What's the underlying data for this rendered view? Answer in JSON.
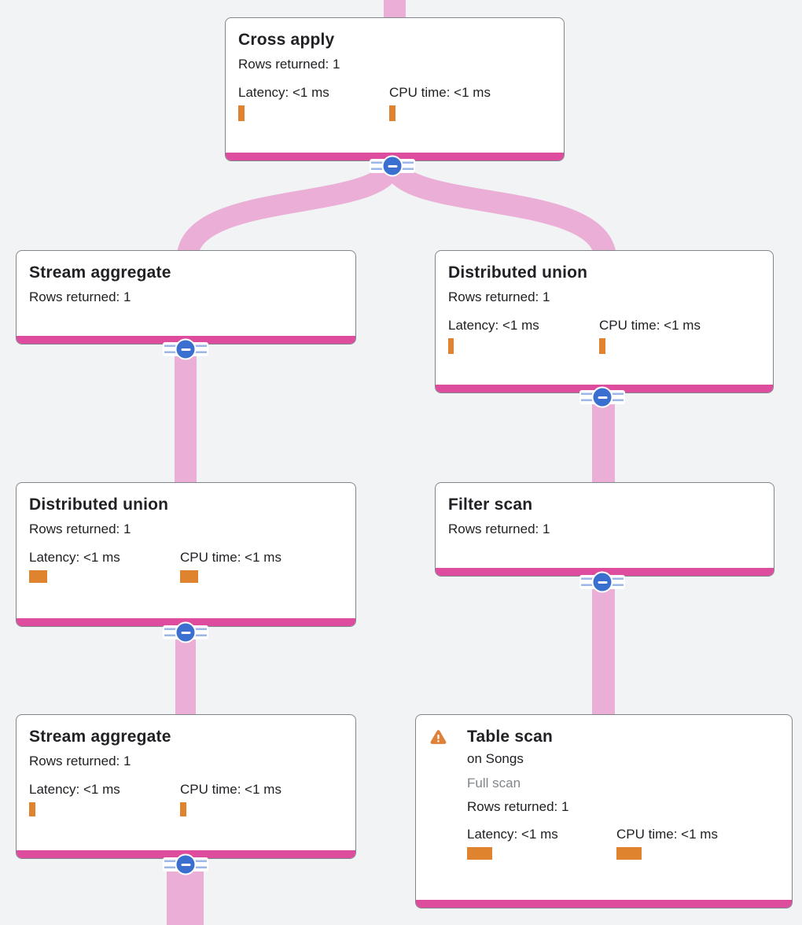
{
  "colors": {
    "background": "#f1f3f4",
    "edge_pink": "#ebaed6",
    "node_accent_bar": "#de4d9d",
    "collapse_button_blue": "#3a6fd0",
    "collapse_grip_lines": "#9db6e8",
    "metric_bar_orange": "#e0832f",
    "warning_orange": "#e0813a",
    "text_primary": "#202124",
    "text_secondary": "#80868b",
    "card_border": "#80868b"
  },
  "icons": {
    "collapse": "minus-in-circle-icon",
    "warning": "warning-triangle-icon"
  },
  "nodes": [
    {
      "title": "Cross apply",
      "rows_returned": "Rows returned: 1",
      "latency": "Latency: <1 ms",
      "cpu_time": "CPU time: <1 ms",
      "latency_bar": {
        "w": 8,
        "h": 20
      },
      "cpu_bar": {
        "w": 8,
        "h": 20
      }
    },
    {
      "title": "Stream aggregate",
      "rows_returned": "Rows returned: 1"
    },
    {
      "title": "Distributed union",
      "rows_returned": "Rows returned: 1",
      "latency": "Latency: <1 ms",
      "cpu_time": "CPU time: <1 ms",
      "latency_bar": {
        "w": 7,
        "h": 20
      },
      "cpu_bar": {
        "w": 8,
        "h": 20
      }
    },
    {
      "title": "Distributed union",
      "rows_returned": "Rows returned: 1",
      "latency": "Latency: <1 ms",
      "cpu_time": "CPU time: <1 ms",
      "latency_bar": {
        "w": 23,
        "h": 16
      },
      "cpu_bar": {
        "w": 23,
        "h": 16
      }
    },
    {
      "title": "Filter scan",
      "rows_returned": "Rows returned: 1"
    },
    {
      "title": "Stream aggregate",
      "rows_returned": "Rows returned: 1",
      "latency": "Latency: <1 ms",
      "cpu_time": "CPU time: <1 ms",
      "latency_bar": {
        "w": 8,
        "h": 18
      },
      "cpu_bar": {
        "w": 8,
        "h": 18
      }
    },
    {
      "title": "Table scan",
      "warning": true,
      "target": "on Songs",
      "scan_type": "Full scan",
      "rows_returned": "Rows returned: 1",
      "latency": "Latency: <1 ms",
      "cpu_time": "CPU time: <1 ms",
      "latency_bar": {
        "w": 32,
        "h": 16
      },
      "cpu_bar": {
        "w": 32,
        "h": 16
      }
    }
  ]
}
